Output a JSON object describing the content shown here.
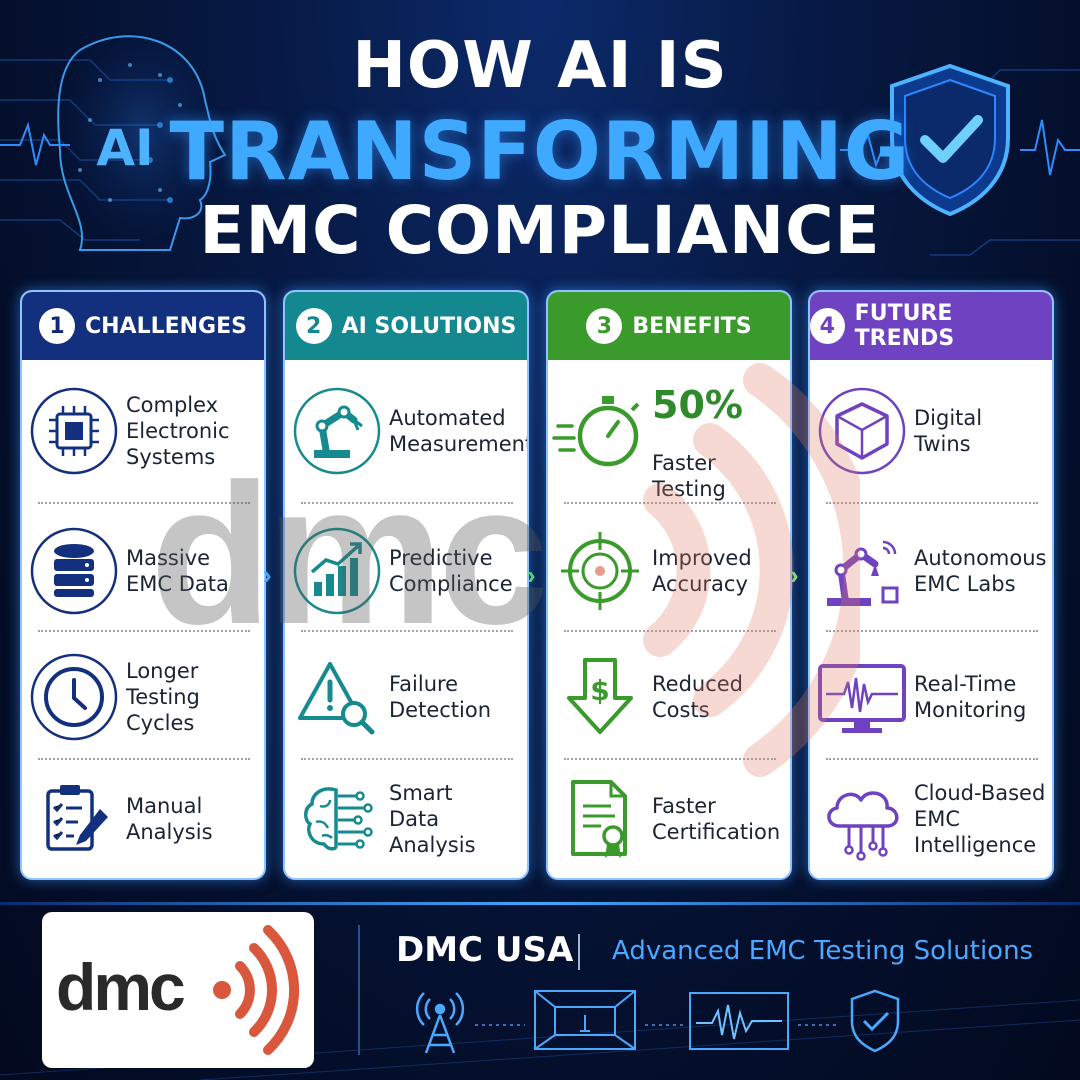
{
  "title": {
    "line1": "HOW AI IS",
    "line2": "TRANSFORMING",
    "line3": "EMC COMPLIANCE"
  },
  "ai_badge": "AI",
  "watermark": "dmc",
  "columns": [
    {
      "number": "1",
      "title": "CHALLENGES",
      "color": "#13307e",
      "icon_color": "#13307e",
      "items": [
        {
          "icon": "chip-icon",
          "label": "Complex\nElectronic\nSystems"
        },
        {
          "icon": "database-icon",
          "label": "Massive\nEMC Data"
        },
        {
          "icon": "clock-icon",
          "label": "Longer\nTesting\nCycles"
        },
        {
          "icon": "clipboard-icon",
          "label": "Manual\nAnalysis"
        }
      ]
    },
    {
      "number": "2",
      "title": "AI SOLUTIONS",
      "color": "#13898f",
      "icon_color": "#168a8e",
      "items": [
        {
          "icon": "robot-arm-icon",
          "label": "Automated\nMeasurements"
        },
        {
          "icon": "growth-chart-icon",
          "label": "Predictive\nCompliance"
        },
        {
          "icon": "warning-search-icon",
          "label": "Failure\nDetection"
        },
        {
          "icon": "brain-circuit-icon",
          "label": "Smart\nData\nAnalysis"
        }
      ]
    },
    {
      "number": "3",
      "title": "BENEFITS",
      "color": "#3b9a2c",
      "icon_color": "#3b9a2c",
      "items": [
        {
          "icon": "stopwatch-icon",
          "highlight": "50%",
          "label": "Faster\nTesting"
        },
        {
          "icon": "target-icon",
          "label": "Improved\nAccuracy"
        },
        {
          "icon": "dollar-down-icon",
          "label": "Reduced\nCosts"
        },
        {
          "icon": "certificate-icon",
          "label": "Faster\nCertification"
        }
      ]
    },
    {
      "number": "4",
      "title": "FUTURE TRENDS",
      "color": "#6f42c1",
      "icon_color": "#6f42c1",
      "items": [
        {
          "icon": "cube-icon",
          "label": "Digital\nTwins"
        },
        {
          "icon": "robot-lab-icon",
          "label": "Autonomous\nEMC Labs"
        },
        {
          "icon": "monitor-wave-icon",
          "label": "Real-Time\nMonitoring"
        },
        {
          "icon": "cloud-circuit-icon",
          "label": "Cloud-Based\nEMC\nIntelligence"
        }
      ]
    }
  ],
  "footer": {
    "logo_text": "dmc",
    "brand": "DMC USA",
    "tagline": "Advanced EMC Testing Solutions",
    "icons": [
      "antenna-icon",
      "chamber-icon",
      "signal-wave-icon",
      "shield-check-icon"
    ]
  },
  "colors": {
    "accent": "#3fa9ff",
    "logo_red": "#d9573d",
    "background": "#040f2c"
  }
}
